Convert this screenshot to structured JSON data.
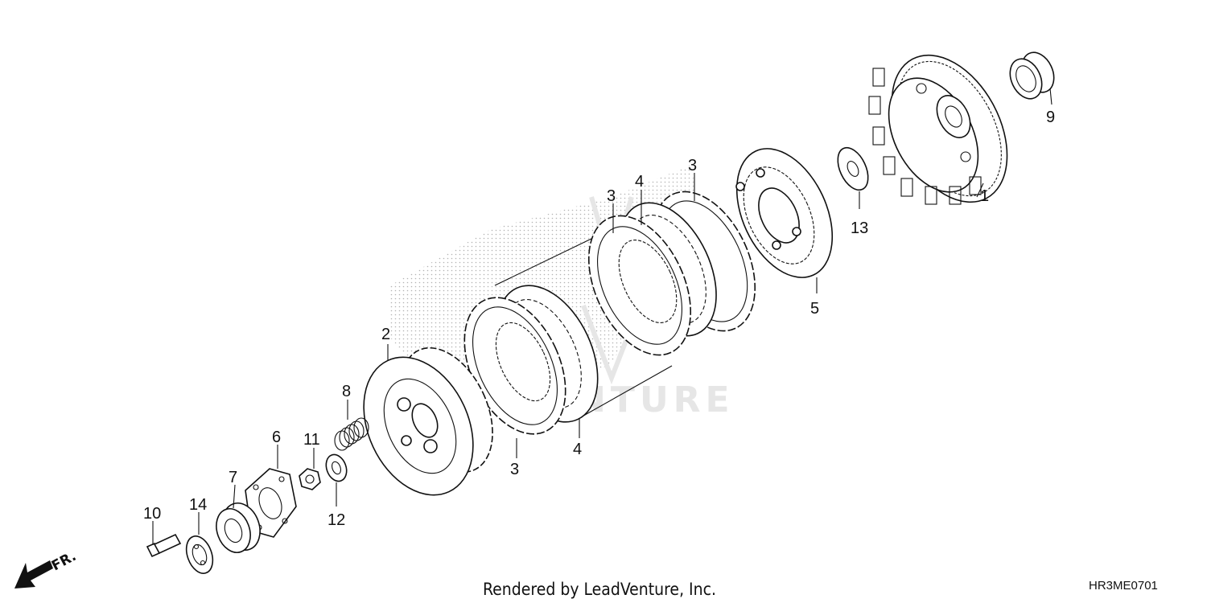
{
  "diagram": {
    "callouts": [
      {
        "id": "label-1",
        "text": "1"
      },
      {
        "id": "label-2",
        "text": "2"
      },
      {
        "id": "label-3-a",
        "text": "3"
      },
      {
        "id": "label-3-b",
        "text": "3"
      },
      {
        "id": "label-3-c",
        "text": "3"
      },
      {
        "id": "label-4-a",
        "text": "4"
      },
      {
        "id": "label-4-b",
        "text": "4"
      },
      {
        "id": "label-5",
        "text": "5"
      },
      {
        "id": "label-6",
        "text": "6"
      },
      {
        "id": "label-7",
        "text": "7"
      },
      {
        "id": "label-8",
        "text": "8"
      },
      {
        "id": "label-9",
        "text": "9"
      },
      {
        "id": "label-10",
        "text": "10"
      },
      {
        "id": "label-11",
        "text": "11"
      },
      {
        "id": "label-12",
        "text": "12"
      },
      {
        "id": "label-13",
        "text": "13"
      },
      {
        "id": "label-14",
        "text": "14"
      }
    ],
    "watermark": "VENTURE",
    "direction_label": "FR.",
    "footer_text": "Rendered by LeadVenture, Inc.",
    "diagram_code": "HR3ME0701"
  }
}
